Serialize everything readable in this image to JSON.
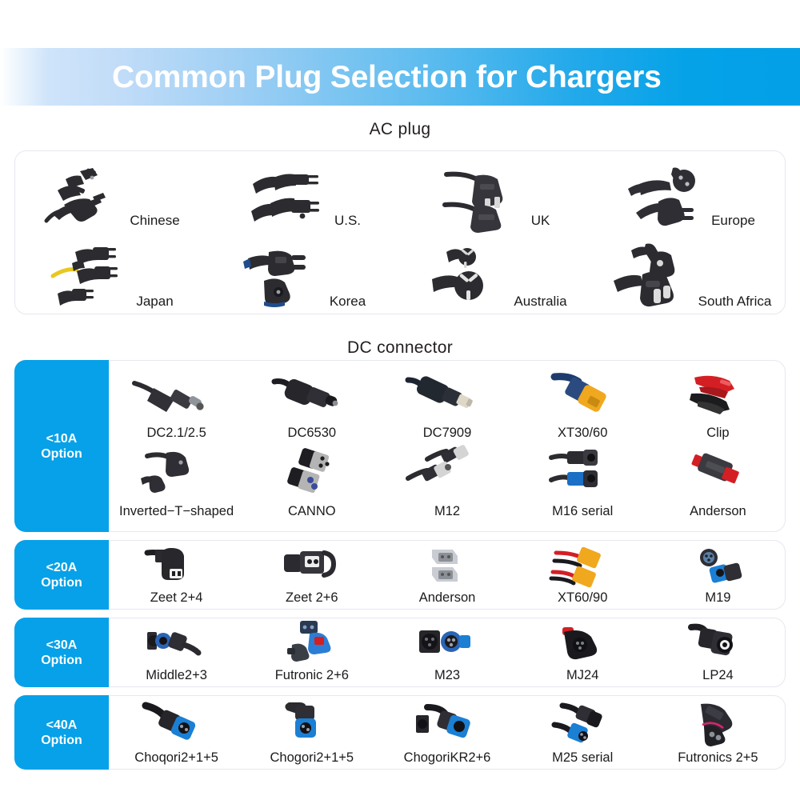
{
  "banner": {
    "title": "Common Plug Selection for Chargers",
    "gradient_start": "#cfe4fa",
    "gradient_end": "#03a0e7"
  },
  "accent_color": "#06a1e8",
  "sections": {
    "ac": {
      "heading": "AC plug",
      "rows": [
        [
          {
            "label": "Chinese",
            "icon": "chinese-plug-icon"
          },
          {
            "label": "U.S.",
            "icon": "us-plug-icon"
          },
          {
            "label": "UK",
            "icon": "uk-plug-icon"
          },
          {
            "label": "Europe",
            "icon": "europe-plug-icon"
          }
        ],
        [
          {
            "label": "Japan",
            "icon": "japan-plug-icon"
          },
          {
            "label": "Korea",
            "icon": "korea-plug-icon"
          },
          {
            "label": "Australia",
            "icon": "australia-plug-icon"
          },
          {
            "label": "South Africa",
            "icon": "south-africa-plug-icon"
          }
        ]
      ]
    },
    "dc": {
      "heading": "DC connector",
      "groups": [
        {
          "tab_line1": "<10A",
          "tab_line2": "Option",
          "rows": [
            [
              {
                "label": "DC2.1/2.5",
                "icon": "dc-barrel-connector-icon"
              },
              {
                "label": "DC6530",
                "icon": "dc6530-connector-icon"
              },
              {
                "label": "DC7909",
                "icon": "dc7909-connector-icon"
              },
              {
                "label": "XT30/60",
                "icon": "xt30-60-connector-icon"
              },
              {
                "label": "Clip",
                "icon": "battery-clip-icon"
              }
            ],
            [
              {
                "label": "Inverted−T−shaped",
                "icon": "inverted-t-connector-icon"
              },
              {
                "label": "CANNO",
                "icon": "canno-xlr-connector-icon"
              },
              {
                "label": "M12",
                "icon": "m12-connector-icon"
              },
              {
                "label": "M16 serial",
                "icon": "m16-connector-icon"
              },
              {
                "label": "Anderson",
                "icon": "anderson-connector-icon"
              }
            ]
          ]
        },
        {
          "tab_line1": "<20A",
          "tab_line2": "Option",
          "rows": [
            [
              {
                "label": "Zeet 2+4",
                "icon": "zeet-2plus4-connector-icon"
              },
              {
                "label": "Zeet 2+6",
                "icon": "zeet-2plus6-connector-icon"
              },
              {
                "label": "Anderson",
                "icon": "anderson-sb-connector-icon"
              },
              {
                "label": "XT60/90",
                "icon": "xt60-90-connector-icon"
              },
              {
                "label": "M19",
                "icon": "m19-connector-icon"
              }
            ]
          ]
        },
        {
          "tab_line1": "<30A",
          "tab_line2": "Option",
          "rows": [
            [
              {
                "label": "Middle2+3",
                "icon": "middle-2plus3-connector-icon"
              },
              {
                "label": "Futronic 2+6",
                "icon": "futronic-2plus6-connector-icon"
              },
              {
                "label": "M23",
                "icon": "m23-connector-icon"
              },
              {
                "label": "MJ24",
                "icon": "mj24-connector-icon"
              },
              {
                "label": "LP24",
                "icon": "lp24-connector-icon"
              }
            ]
          ]
        },
        {
          "tab_line1": "<40A",
          "tab_line2": "Option",
          "rows": [
            [
              {
                "label": "Choqori2+1+5",
                "icon": "choqori-2plus1plus5-connector-icon"
              },
              {
                "label": "Chogori2+1+5",
                "icon": "chogori-2plus1plus5-connector-icon"
              },
              {
                "label": "ChogoriKR2+6",
                "icon": "chogori-kr2plus6-connector-icon"
              },
              {
                "label": "M25 serial",
                "icon": "m25-connector-icon"
              },
              {
                "label": "Futronics 2+5",
                "icon": "futronics-2plus5-connector-icon"
              }
            ]
          ]
        }
      ]
    }
  }
}
